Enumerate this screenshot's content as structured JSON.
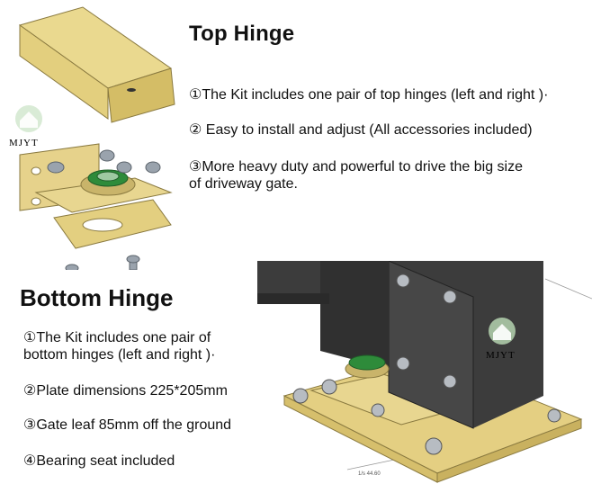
{
  "top": {
    "heading": "Top Hinge",
    "items": [
      "①The Kit includes one pair of top hinges (left and right )·",
      "② Easy to install and adjust (All accessories included)",
      "③More heavy duty and powerful to drive the big size",
      "of driveway gate."
    ]
  },
  "bottom": {
    "heading": "Bottom Hinge",
    "items": [
      "①The Kit includes one pair of",
      " bottom hinges (left and right )·",
      "②Plate dimensions 225*205mm",
      "③Gate leaf 85mm off the ground",
      "④Bearing seat included"
    ]
  },
  "watermark": {
    "text": "MJYT"
  },
  "colors": {
    "brass": "#d9c27a",
    "gate": "#3a3a3a",
    "bearing_green": "#2e8b3a"
  }
}
